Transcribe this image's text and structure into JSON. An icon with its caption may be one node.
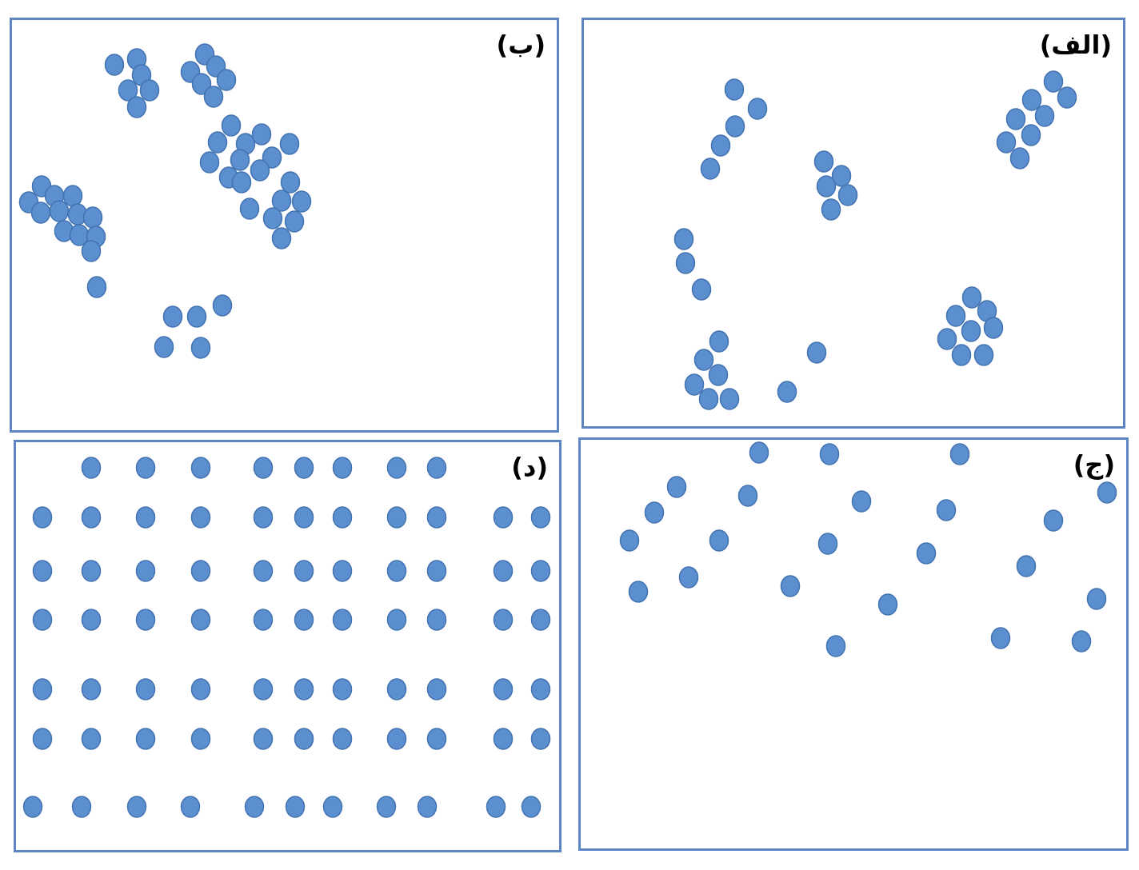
{
  "diagram": {
    "nodes": [
      {
        "text": [
          "(الف)"
        ]
      },
      {
        "text": [
          "(ب)"
        ]
      },
      {
        "text": [
          "(ج)"
        ]
      },
      {
        "text": [
          "(د)"
        ]
      }
    ]
  }
}
